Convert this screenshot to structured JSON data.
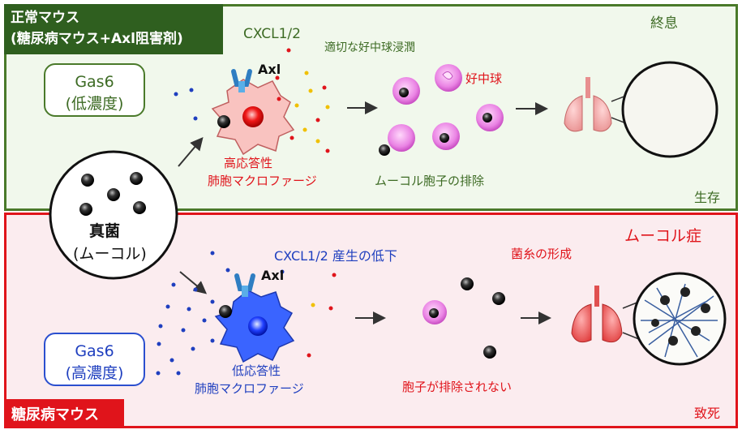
{
  "top": {
    "tag": [
      "正常マウス",
      "(糖尿病マウス+Axl阻害剤)"
    ],
    "gas6": [
      "Gas6",
      "(低濃度)"
    ],
    "cxcl": "CXCL1/2",
    "neutrophil_infiltration": "適切な好中球浸潤",
    "neutrophil": "好中球",
    "axl": "Axl",
    "macrophage": [
      "高応答性",
      "肺胞マクロファージ"
    ],
    "clearance": "ムーコル胞子の排除",
    "resolution": "終息",
    "outcome": "生存"
  },
  "fungus": [
    "真菌",
    "(ムーコル)"
  ],
  "bottom": {
    "tag": "糖尿病マウス",
    "gas6": [
      "Gas6",
      "(高濃度)"
    ],
    "cxcl": "CXCL1/2 産生の低下",
    "axl": "Axl",
    "macrophage": [
      "低応答性",
      "肺胞マクロファージ"
    ],
    "hyphae": "菌糸の形成",
    "not_cleared": "胞子が排除されない",
    "disease": "ムーコル症",
    "outcome": "致死"
  },
  "colors": {
    "green": "#3d6b24",
    "red": "#e0141b",
    "blue": "#1f3fbf",
    "neutrophil": "#e47be0"
  }
}
